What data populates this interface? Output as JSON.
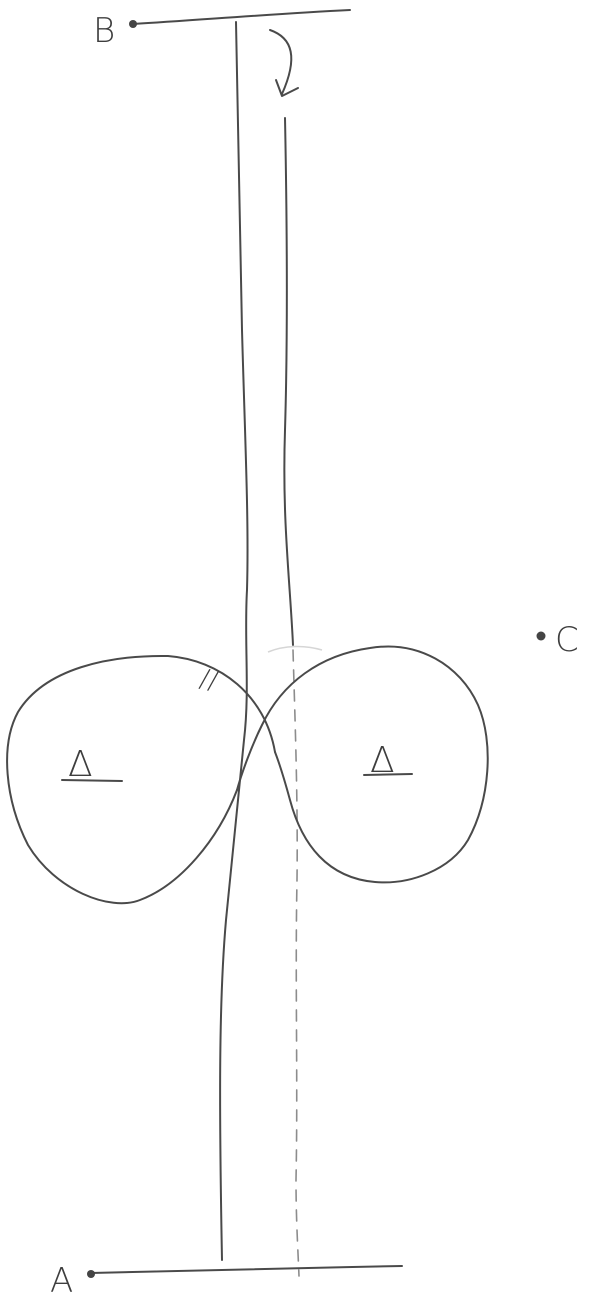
{
  "diagram": {
    "points": {
      "a": "A",
      "b": "B",
      "c": "C"
    },
    "triangle_symbol": "Δ",
    "tick_mark": "//"
  },
  "colors": {
    "background": "#ffffff",
    "pencil": "#4a4a4a",
    "dashed_path": "#8c8c8c"
  }
}
